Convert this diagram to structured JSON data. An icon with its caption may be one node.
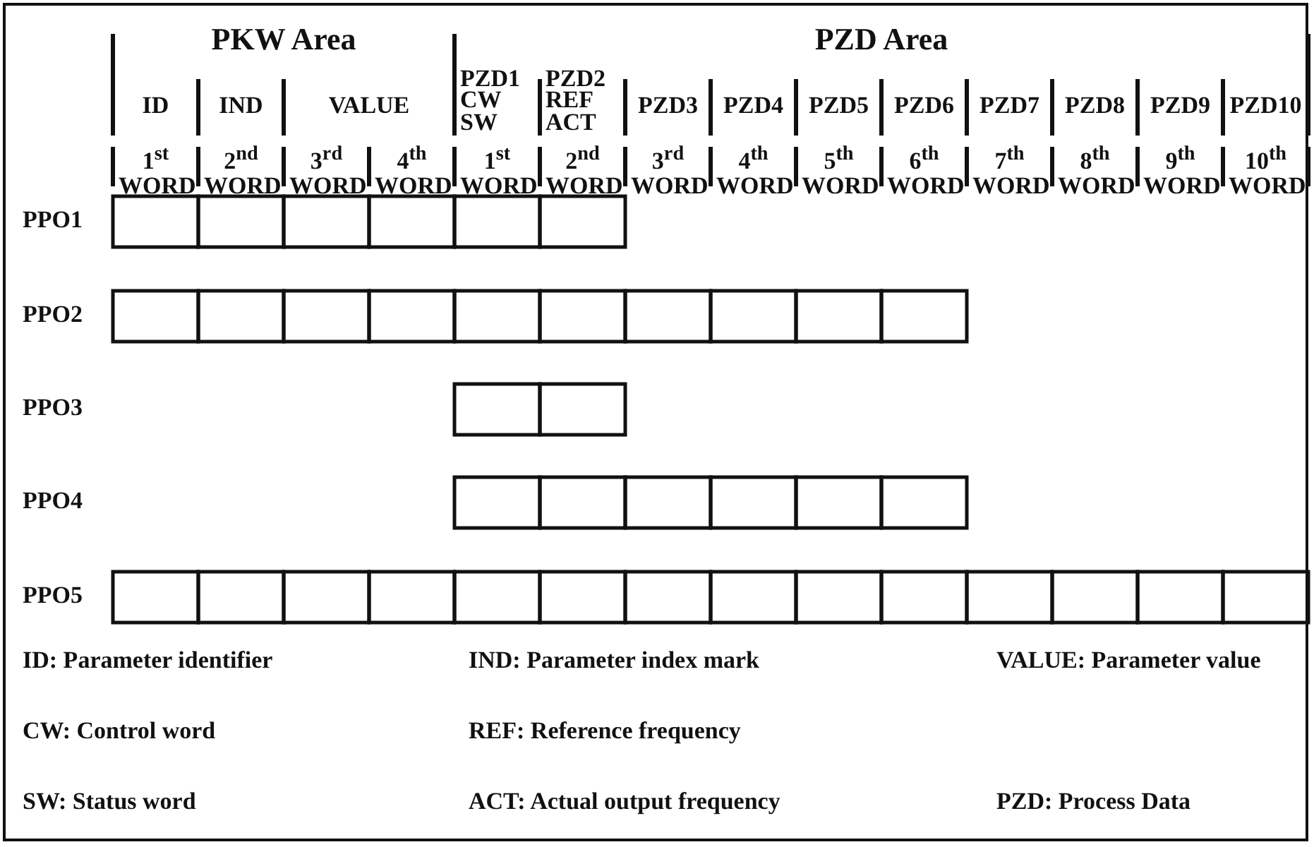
{
  "diagram": {
    "labels": [
      "PKW Area",
      "PZD Area",
      "ID",
      "IND",
      "VALUE",
      "PZD1 CW SW",
      "PZD2 REF ACT",
      "PZD3",
      "PZD4",
      "PZD5",
      "PZD6",
      "PZD7",
      "PZD8",
      "PZD9",
      "PZD10",
      "1$^{st}$ WORD",
      "2$^{nd}$ WORD",
      "3$^{rd}$ WORD",
      "4$^{th}$ WORD",
      "1$^{st}$ WORD",
      "2$^{nd}$ WORD",
      "3$^{rd}$ WORD",
      "4$^{th}$ WORD",
      "5$^{th}$ WORD",
      "6$^{th}$ WORD",
      "7$^{th}$ WORD",
      "8$^{th}$ WORD",
      "9$^{th}$ WORD",
      "10$^{th}$ WORD",
      "PPO1",
      "PPO2",
      "PPO3",
      "PPO4",
      "PPO5",
      "ID: Parameter identifier",
      "IND: Parameter index mark",
      "VALUE: Parameter value",
      "CW: Control word",
      "REF: Reference frequency",
      "SW: Status word",
      "ACT: Actual output frequency",
      "PZD: Process Data"
    ]
  }
}
